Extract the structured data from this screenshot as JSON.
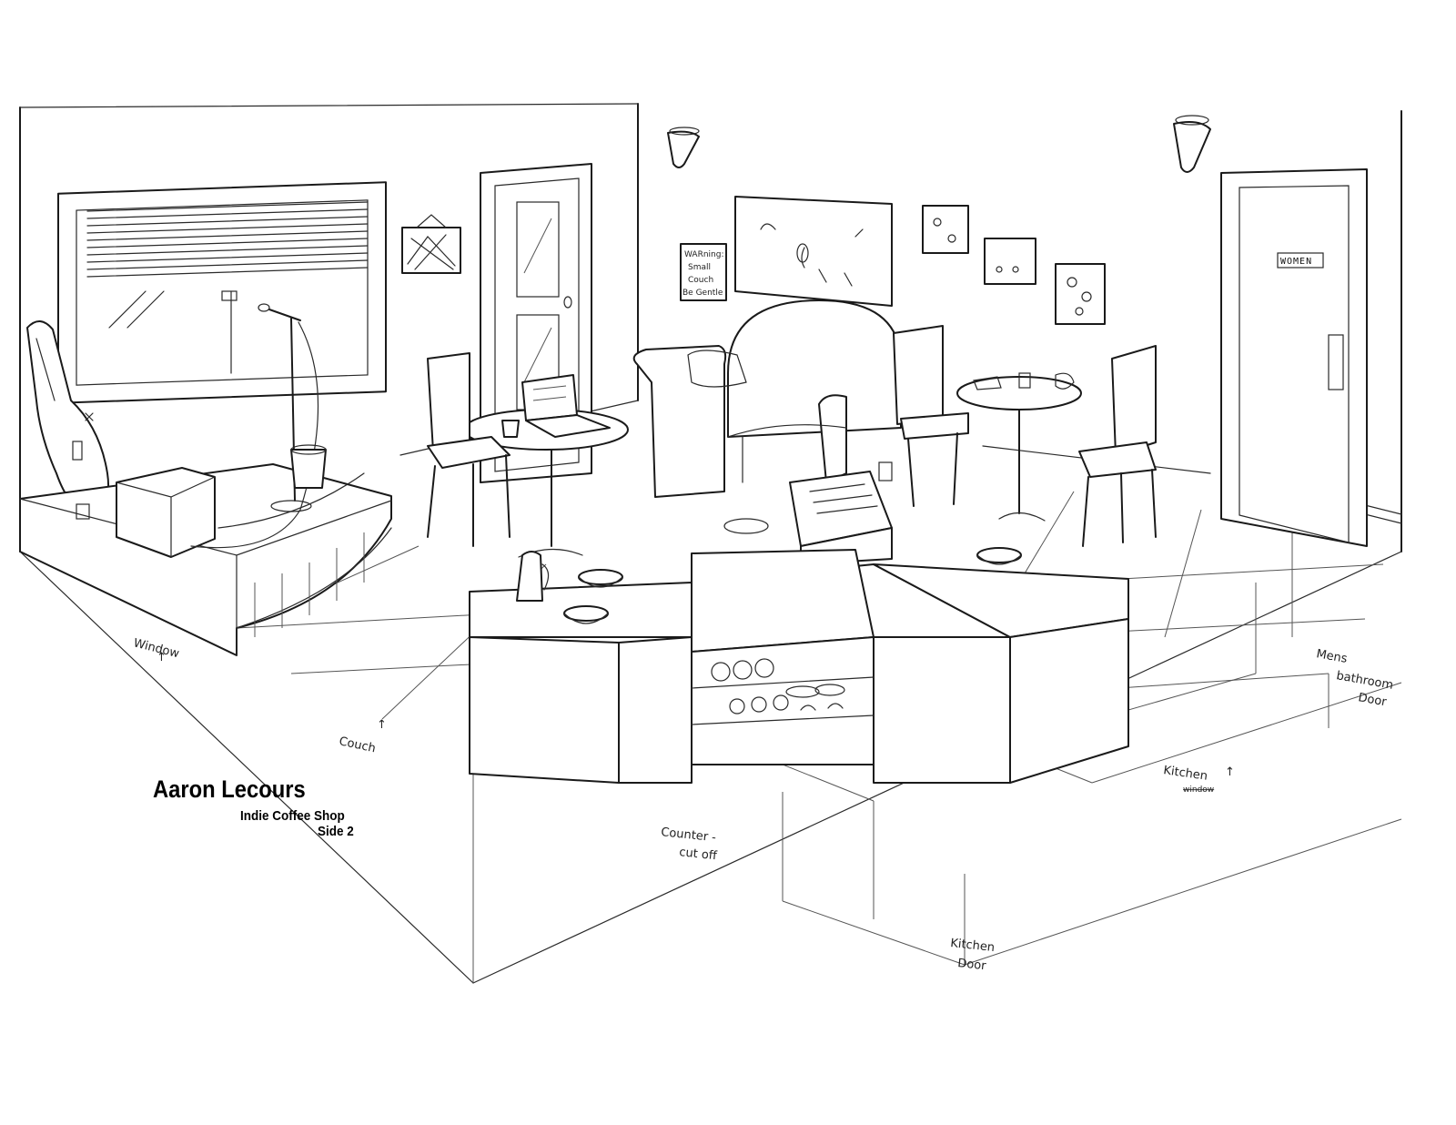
{
  "credit": {
    "artist": "Aaron Lecours",
    "title": "Indie Coffee Shop",
    "subtitle": "Side 2"
  },
  "annotations": {
    "window": "Window",
    "couch": "Couch",
    "counter_line1": "Counter -",
    "counter_line2": "cut off",
    "kitchen_top": "Kitchen",
    "kitchen_top_sub": "window",
    "kitchen_door_line1": "Kitchen",
    "kitchen_door_line2": "Door",
    "mens_line1": "Mens",
    "mens_line2": "bathroom",
    "mens_line3": "Door"
  },
  "signs": {
    "women_door": "WOMEN",
    "warning_line1": "WARning:",
    "warning_line2": "Small",
    "warning_line3": "Couch",
    "warning_line4": "Be Gentle"
  }
}
